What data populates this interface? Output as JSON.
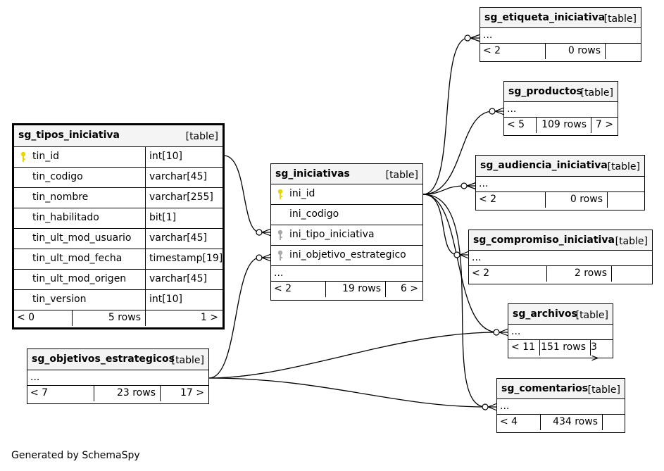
{
  "tables": {
    "tipos": {
      "name": "sg_tipos_iniciativa",
      "kind": "[table]",
      "columns": [
        {
          "name": "tin_id",
          "type": "int[10]",
          "key": "primary"
        },
        {
          "name": "tin_codigo",
          "type": "varchar[45]"
        },
        {
          "name": "tin_nombre",
          "type": "varchar[255]"
        },
        {
          "name": "tin_habilitado",
          "type": "bit[1]"
        },
        {
          "name": "tin_ult_mod_usuario",
          "type": "varchar[45]"
        },
        {
          "name": "tin_ult_mod_fecha",
          "type": "timestamp[19]"
        },
        {
          "name": "tin_ult_mod_origen",
          "type": "varchar[45]"
        },
        {
          "name": "tin_version",
          "type": "int[10]"
        }
      ],
      "footer": {
        "parents": "< 0",
        "rows": "5 rows",
        "children": "1 >"
      }
    },
    "iniciativas": {
      "name": "sg_iniciativas",
      "kind": "[table]",
      "columns": [
        {
          "name": "ini_id",
          "key": "primary"
        },
        {
          "name": "ini_codigo"
        },
        {
          "name": "ini_tipo_iniciativa",
          "key": "foreign"
        },
        {
          "name": "ini_objetivo_estrategico",
          "key": "foreign"
        }
      ],
      "ellipsis": "...",
      "footer": {
        "parents": "< 2",
        "rows": "19 rows",
        "children": "6 >"
      }
    },
    "objetivos": {
      "name": "sg_objetivos_estrategicos",
      "kind": "[table]",
      "ellipsis": "...",
      "footer": {
        "parents": "< 7",
        "rows": "23 rows",
        "children": "17 >"
      }
    },
    "etiqueta": {
      "name": "sg_etiqueta_iniciativa",
      "kind": "[table]",
      "ellipsis": "...",
      "footer": {
        "parents": "< 2",
        "rows": "0 rows",
        "children": ""
      }
    },
    "productos": {
      "name": "sg_productos",
      "kind": "[table]",
      "ellipsis": "...",
      "footer": {
        "parents": "< 5",
        "rows": "109 rows",
        "children": "7 >"
      }
    },
    "audiencia": {
      "name": "sg_audiencia_iniciativa",
      "kind": "[table]",
      "ellipsis": "...",
      "footer": {
        "parents": "< 2",
        "rows": "0 rows",
        "children": ""
      }
    },
    "compromiso": {
      "name": "sg_compromiso_iniciativa",
      "kind": "[table]",
      "ellipsis": "...",
      "footer": {
        "parents": "< 2",
        "rows": "2 rows",
        "children": ""
      }
    },
    "archivos": {
      "name": "sg_archivos",
      "kind": "[table]",
      "ellipsis": "...",
      "footer": {
        "parents": "< 11",
        "rows": "151 rows",
        "children": "3 >"
      }
    },
    "comentarios": {
      "name": "sg_comentarios",
      "kind": "[table]",
      "ellipsis": "...",
      "footer": {
        "parents": "< 4",
        "rows": "434 rows",
        "children": ""
      }
    }
  },
  "colors": {
    "primary_key": "#e6d800",
    "foreign_key": "#aaaaaa",
    "header_bg": "#f4f4f4"
  },
  "credit": "Generated by SchemaSpy"
}
